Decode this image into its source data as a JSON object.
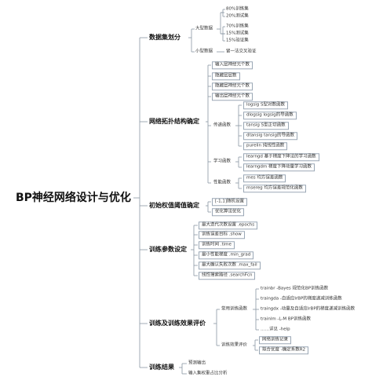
{
  "root": "BP神经网络设计与优化",
  "branches": [
    {
      "label": "数据集划分",
      "groups": [
        {
          "label": "大型数据",
          "leaves": [
            "80%训练集",
            "20%测试集"
          ]
        },
        {
          "label": "",
          "leaves": [
            "70%训练集",
            "15%测试集",
            "15%验证集"
          ]
        },
        {
          "label": "小型数据",
          "leaves": [
            "留一法交叉验证"
          ]
        }
      ]
    },
    {
      "label": "网络拓扑结构确定",
      "leaves": [
        "输入层神经元个数",
        "隐藏层层数",
        "隐藏层神经元个数",
        "输出层神经元个数"
      ],
      "groups": [
        {
          "label": "传递函数",
          "leaves": [
            "logsig S型对数函数",
            "dlogsig logsig的导函数",
            "tansig S型正切函数",
            "dtansig tansig的导函数",
            "purelin 纯线性函数"
          ]
        },
        {
          "label": "学习函数",
          "leaves": [
            "learngd 基于梯度下降法的学习函数",
            "learngdm 梯度下降动量学习函数"
          ]
        },
        {
          "label": "性能函数",
          "leaves": [
            "mes 均方误差函数",
            "msereg 均方误差规范化函数"
          ]
        }
      ]
    },
    {
      "label": "初始权值阈值确定",
      "leaves": [
        "[-1,1]随机设置",
        "优化算法优化"
      ]
    },
    {
      "label": "训练参数设定",
      "leaves": [
        "最大迭代次数设置 .epochs",
        "训练误差目标 .show",
        "训练时间 .time",
        "最小性能梯度 .min_grad",
        "最大确认失败次数 .max_fail",
        "线性搜索路径 .searchFcn"
      ]
    },
    {
      "label": "训练及训练效果评价",
      "groups": [
        {
          "label": "常用训练函数",
          "leaves": [
            "trainbr -Bayes 规范化BP训练函数",
            "traingda -自适应lrBP的梯度递减训练函数",
            "traingdx -动量及自适应lrBP的梯度递减训练函数",
            "trainlm -L-M BP训练函数",
            "……详见 -help"
          ]
        },
        {
          "label": "训练效果评价",
          "leaves": [
            "网络训练记录",
            "拟合优度 -确定系数R2"
          ]
        }
      ]
    },
    {
      "label": "训练结果",
      "leaves": [
        "预测输出",
        "输入集权重占比分析"
      ]
    }
  ],
  "colors": {
    "line": "#8a96a3",
    "box": "#9aa7b5"
  }
}
